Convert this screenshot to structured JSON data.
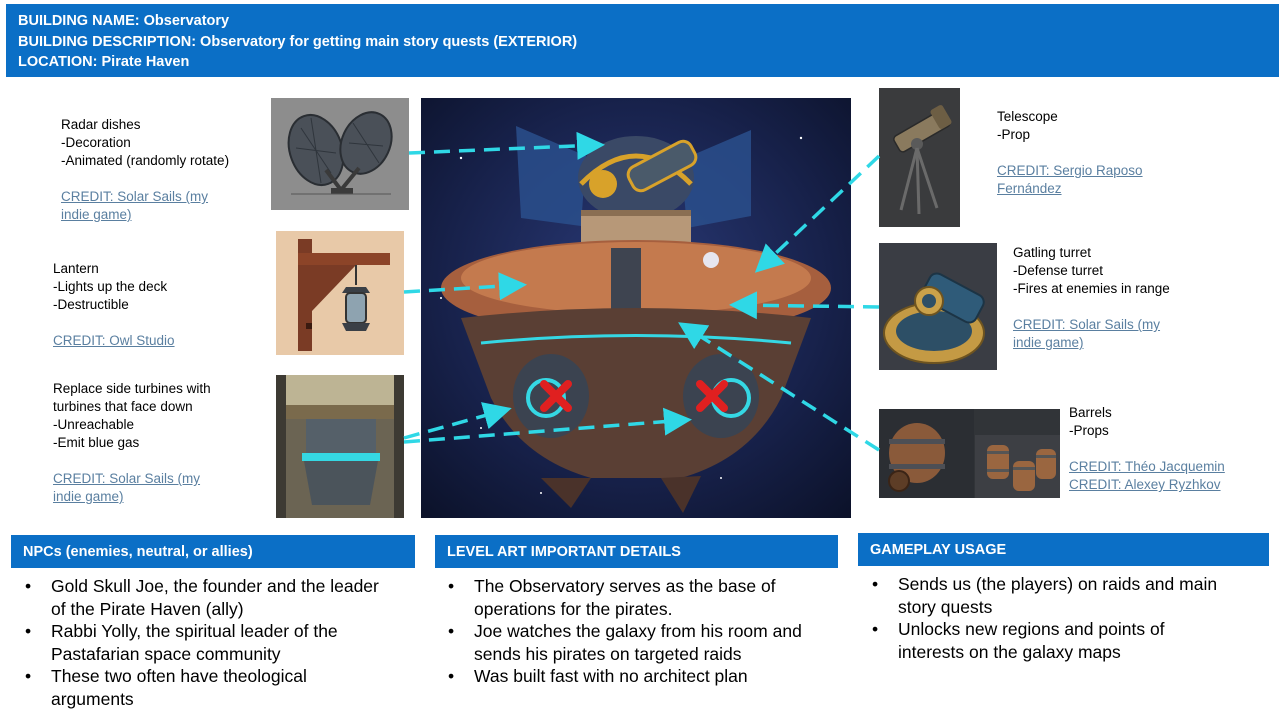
{
  "header": {
    "name": "BUILDING NAME: Observatory",
    "description": "BUILDING DESCRIPTION: Observatory for getting main story quests (EXTERIOR)",
    "location": "LOCATION: Pirate Haven"
  },
  "notes": {
    "radar": {
      "title": "Radar dishes",
      "lines": [
        "-Decoration",
        "-Animated (randomly rotate)"
      ],
      "credit": [
        "CREDIT: Solar Sails (my",
        "indie game)"
      ]
    },
    "lantern": {
      "title": "Lantern",
      "lines": [
        "-Lights up the deck",
        "-Destructible"
      ],
      "credit": [
        "CREDIT: Owl Studio"
      ]
    },
    "turbines": {
      "title": "Replace side turbines with",
      "lines": [
        "turbines that face down",
        "-Unreachable",
        "-Emit blue gas"
      ],
      "credit": [
        "CREDIT: Solar Sails (my",
        "indie game)"
      ]
    },
    "telescope": {
      "title": "Telescope",
      "lines": [
        "-Prop"
      ],
      "credit": [
        "CREDIT: Sergio Raposo",
        "Fernández"
      ]
    },
    "gatling": {
      "title": "Gatling turret",
      "lines": [
        "-Defense turret",
        "-Fires at enemies in range"
      ],
      "credit": [
        "CREDIT: Solar Sails (my",
        "indie game)"
      ]
    },
    "barrels": {
      "title": "Barrels",
      "lines": [
        "-Props"
      ],
      "credit": [
        "CREDIT: Théo Jacquemin",
        "CREDIT: Alexey Ryzhkov"
      ]
    }
  },
  "sections": {
    "npcs": {
      "heading": "NPCs (enemies, neutral, or allies)",
      "items": [
        [
          "Gold Skull Joe, the founder and the leader",
          "of the Pirate Haven (ally)"
        ],
        [
          "Rabbi Yolly, the spiritual leader of the",
          "Pastafarian space community"
        ],
        [
          "These two often have theological",
          "arguments"
        ]
      ]
    },
    "level_art": {
      "heading": "LEVEL ART IMPORTANT DETAILS",
      "items": [
        [
          "The Observatory serves as the base of",
          "operations for the pirates."
        ],
        [
          "Joe watches the galaxy from his room and",
          "sends his pirates on targeted raids"
        ],
        [
          "Was built fast with no architect plan"
        ]
      ]
    },
    "gameplay": {
      "heading": "GAMEPLAY USAGE",
      "items": [
        [
          "Sends us (the players) on raids and main",
          "story quests"
        ],
        [
          "Unlocks new regions and points of",
          "interests on the galaxy maps"
        ]
      ]
    }
  },
  "colors": {
    "header_bg": "#0b6fc6",
    "arrow": "#2fd8e6",
    "credit_link": "#5a7fa0",
    "remove_mark": "#e02020"
  },
  "icons": [
    "radar-dish-icon",
    "lantern-icon",
    "turbine-icon",
    "telescope-icon",
    "gatling-turret-icon",
    "barrels-icon",
    "remove-x-icon"
  ]
}
